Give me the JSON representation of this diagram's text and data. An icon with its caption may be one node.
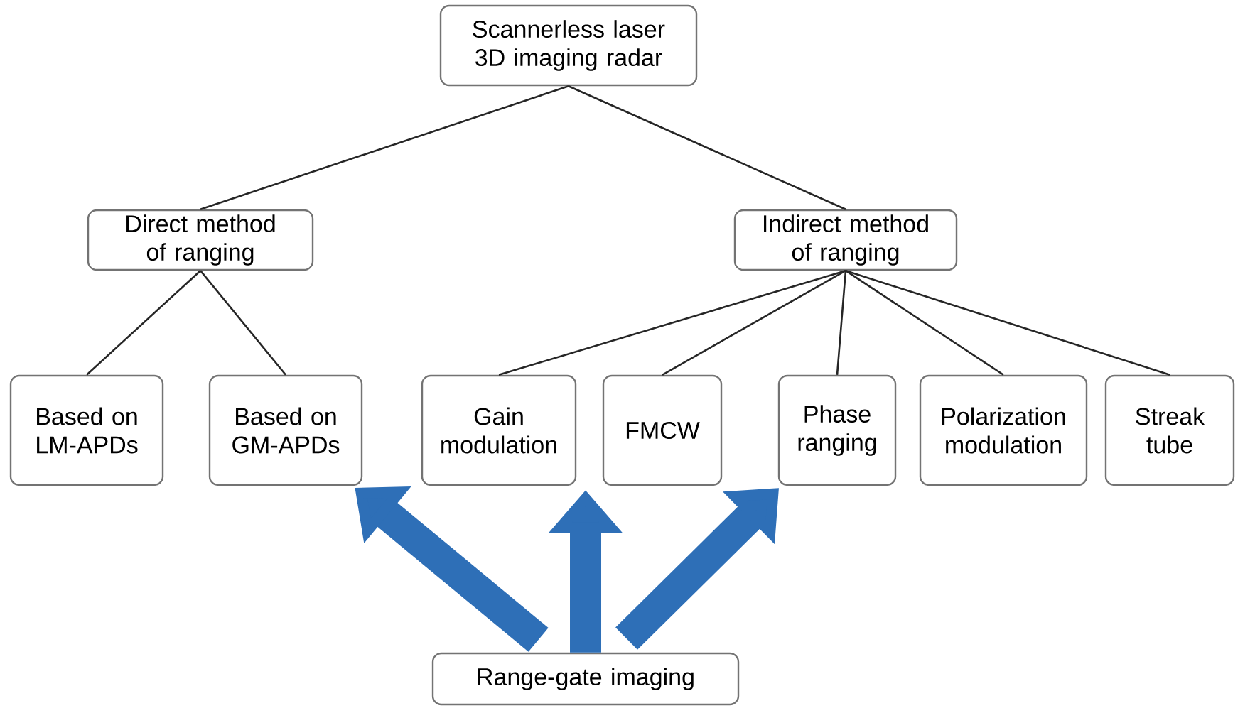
{
  "diagram": {
    "nodes": [
      {
        "text": [
          "Scannerless laser 3D imaging radar"
        ]
      },
      {
        "text": [
          "Direct method of ranging"
        ]
      },
      {
        "text": [
          "Indirect method of ranging"
        ]
      },
      {
        "text": [
          "Based on LM-APDs"
        ]
      },
      {
        "text": [
          "Based on GM-APDs"
        ]
      },
      {
        "text": [
          "Gain modulation"
        ]
      },
      {
        "text": [
          "FMCW"
        ]
      },
      {
        "text": [
          "Phase ranging"
        ]
      },
      {
        "text": [
          "Polarization modulation"
        ]
      },
      {
        "text": [
          "Streak tube"
        ]
      },
      {
        "text": [
          "Range-gate imaging"
        ]
      }
    ],
    "edges": [
      {
        "from": 0,
        "to": 1,
        "arrow": "none"
      },
      {
        "from": 0,
        "to": 2,
        "arrow": "none"
      },
      {
        "from": 1,
        "to": 3,
        "arrow": "none"
      },
      {
        "from": 1,
        "to": 4,
        "arrow": "none"
      },
      {
        "from": 2,
        "to": 5,
        "arrow": "none"
      },
      {
        "from": 2,
        "to": 6,
        "arrow": "none"
      },
      {
        "from": 2,
        "to": 7,
        "arrow": "none"
      },
      {
        "from": 2,
        "to": 8,
        "arrow": "none"
      },
      {
        "from": 2,
        "to": 9,
        "arrow": "none"
      },
      {
        "from": 10,
        "to": 4,
        "arrow": "to",
        "style": "thick",
        "color": "#2e6fb7"
      },
      {
        "from": 10,
        "to": 5,
        "arrow": "to",
        "style": "thick",
        "color": "#2e6fb7"
      },
      {
        "from": 10,
        "to": 7,
        "arrow": "to",
        "style": "thick",
        "color": "#2e6fb7"
      }
    ]
  }
}
